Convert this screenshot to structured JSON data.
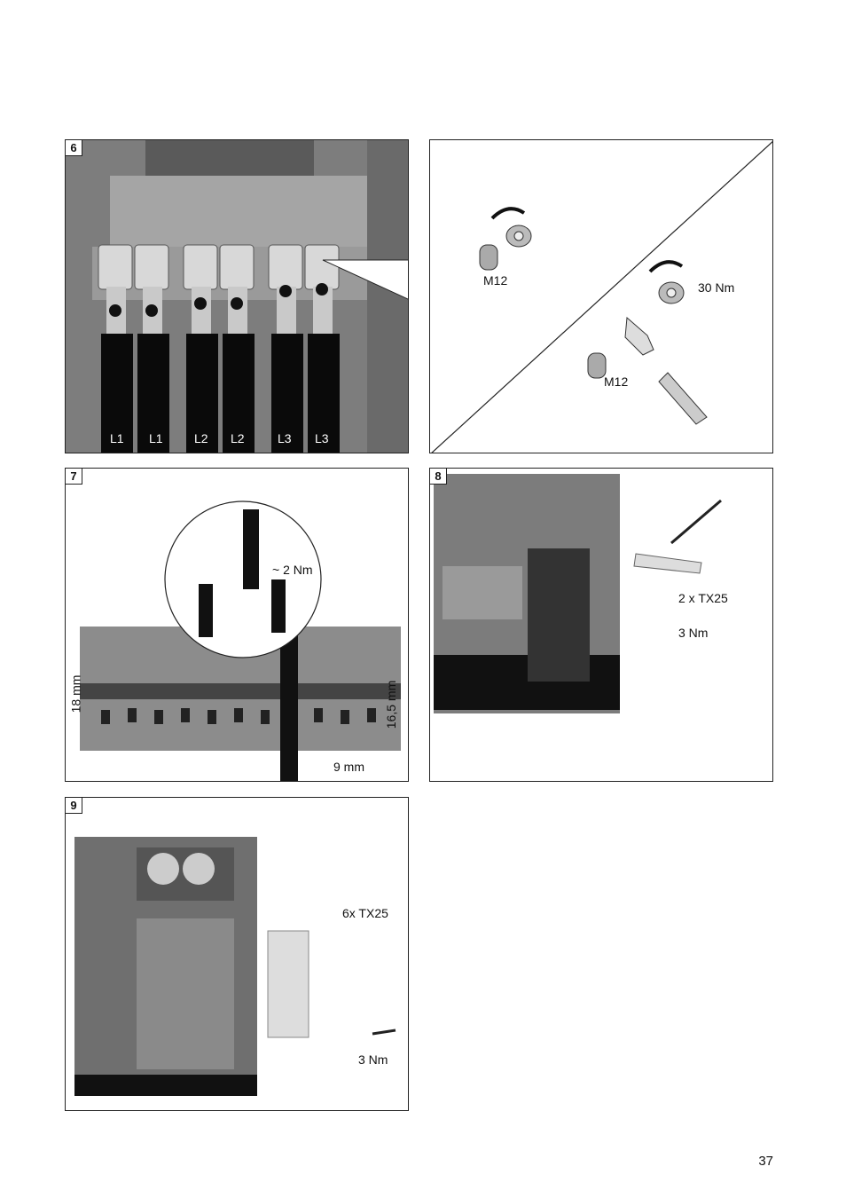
{
  "panels": {
    "p6": {
      "step": "6",
      "cable_labels": [
        "L1",
        "L1",
        "L2",
        "L2",
        "L3",
        "L3"
      ],
      "detail": {
        "bolt_label_top": "M12",
        "torque": "30 Nm",
        "bolt_label_bottom": "M12"
      }
    },
    "p7": {
      "step": "7",
      "torque": "~ 2 Nm",
      "dim_left": "18 mm",
      "dim_right": "16,5 mm",
      "dim_bottom": "9 mm"
    },
    "p8": {
      "step": "8",
      "screws": "2 x TX25",
      "torque": "3 Nm"
    },
    "p9": {
      "step": "9",
      "screws": "6x TX25",
      "torque": "3 Nm"
    }
  },
  "page_number": "37"
}
